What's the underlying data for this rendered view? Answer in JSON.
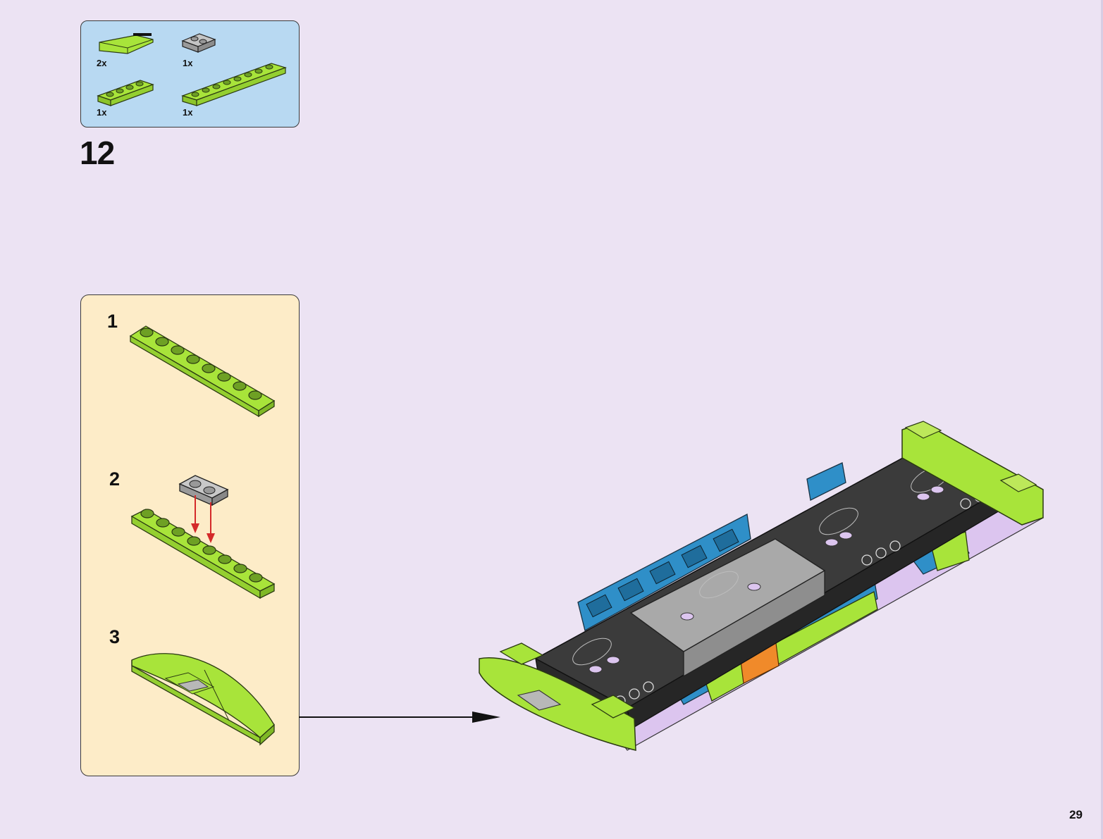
{
  "parts_list": {
    "items": [
      {
        "name": "lime-curved-slope",
        "quantity": "2x"
      },
      {
        "name": "gray-plate-1x2",
        "quantity": "1x"
      },
      {
        "name": "lime-plate-1x4",
        "quantity": "1x"
      },
      {
        "name": "lime-plate-1x8",
        "quantity": "1x"
      }
    ]
  },
  "step": {
    "number": "12"
  },
  "sub_assembly": {
    "steps": [
      {
        "number": "1"
      },
      {
        "number": "2"
      },
      {
        "number": "3"
      }
    ]
  },
  "colors": {
    "background": "#ece3f3",
    "parts_box": "#b8d9f2",
    "sub_box": "#fdecc8",
    "lime": "#a8e43a",
    "gray": "#a9a9a9",
    "blue": "#2f8fc8",
    "lavender": "#dcc5ef",
    "arrow_red": "#d42a2a"
  },
  "page": {
    "number": "29"
  }
}
